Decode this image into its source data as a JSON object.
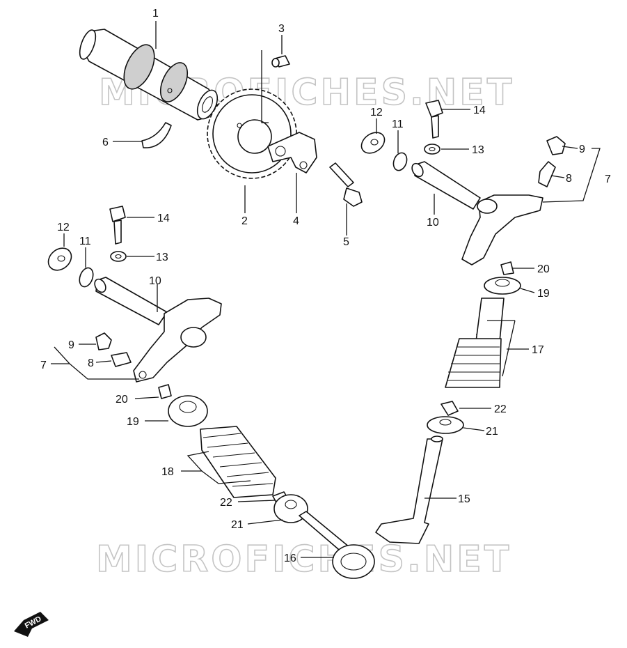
{
  "watermark": {
    "text": "MICROFICHES.NET"
  },
  "fwd": {
    "text": "FWD"
  },
  "labels": {
    "l1": "1",
    "l2": "2",
    "l3": "3",
    "l4": "4",
    "l5": "5",
    "l6": "6",
    "l7a": "7",
    "l7b": "7",
    "l8a": "8",
    "l8b": "8",
    "l9a": "9",
    "l9b": "9",
    "l10a": "10",
    "l10b": "10",
    "l11a": "11",
    "l11b": "11",
    "l12a": "12",
    "l12b": "12",
    "l13a": "13",
    "l13b": "13",
    "l14a": "14",
    "l14b": "14",
    "l15": "15",
    "l16": "16",
    "l17": "17",
    "l18": "18",
    "l19a": "19",
    "l19b": "19",
    "l20a": "20",
    "l20b": "20",
    "l21a": "21",
    "l21b": "21",
    "l22a": "22",
    "l22b": "22"
  }
}
